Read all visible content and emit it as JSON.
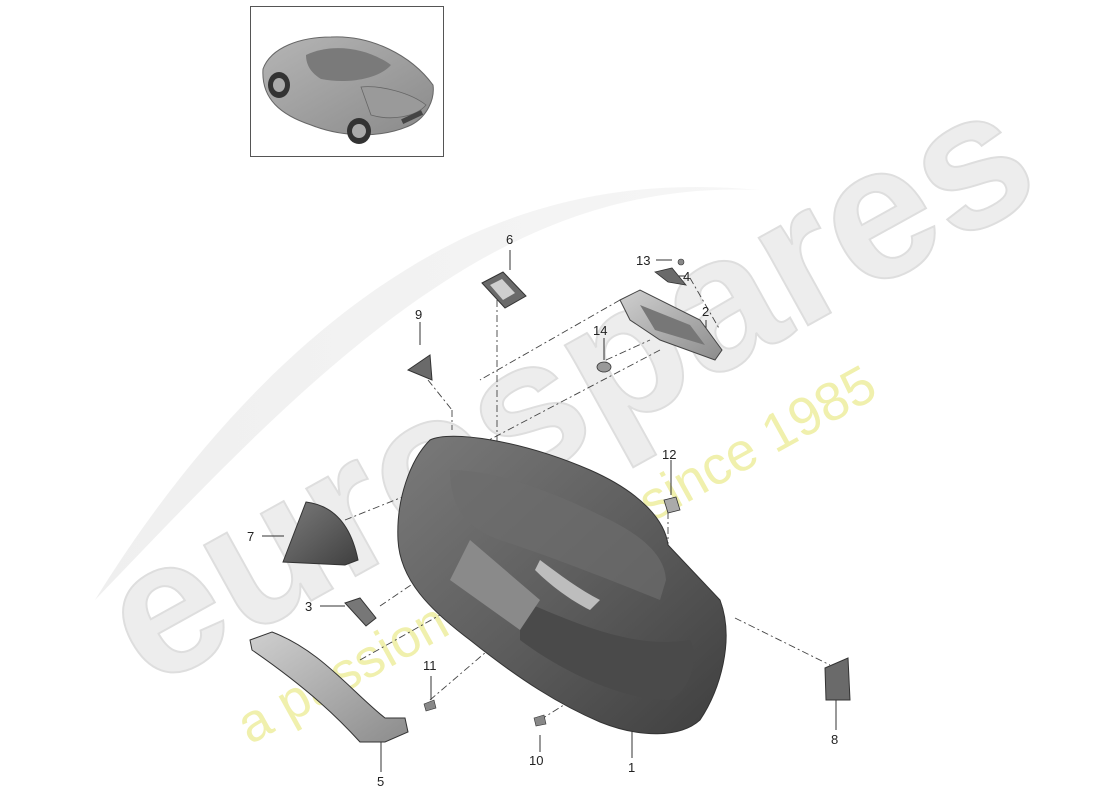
{
  "watermark": {
    "brand": "eurospares",
    "tagline": "a passion for parts since 1985"
  },
  "colors": {
    "watermark_gray": "#e6e6e6",
    "watermark_yellow": "#eeee9a",
    "part_dark": "#5a5a5a",
    "part_mid": "#8a8a8a",
    "part_light": "#c8c8c8",
    "line": "#333333"
  },
  "callouts": [
    {
      "id": "1",
      "label": "1"
    },
    {
      "id": "2",
      "label": "2"
    },
    {
      "id": "3",
      "label": "3"
    },
    {
      "id": "4",
      "label": "4"
    },
    {
      "id": "5",
      "label": "5"
    },
    {
      "id": "6",
      "label": "6"
    },
    {
      "id": "7",
      "label": "7"
    },
    {
      "id": "8",
      "label": "8"
    },
    {
      "id": "9",
      "label": "9"
    },
    {
      "id": "10",
      "label": "10"
    },
    {
      "id": "11",
      "label": "11"
    },
    {
      "id": "12",
      "label": "12"
    },
    {
      "id": "13",
      "label": "13"
    },
    {
      "id": "14",
      "label": "14"
    }
  ]
}
